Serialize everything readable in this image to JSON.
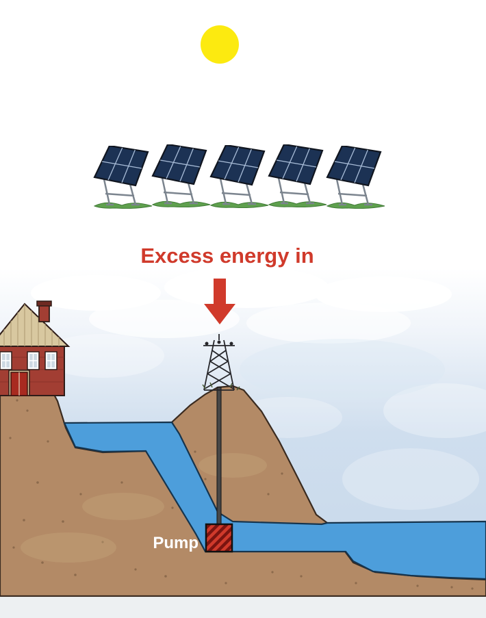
{
  "scene": {
    "labels": {
      "excess_energy_in": "Excess energy in",
      "pump": "Pump"
    },
    "solar_panel_count": 5,
    "colors": {
      "sun_yellow": "#FCEA10",
      "label_red": "#D03A2B",
      "water_blue": "#4D9EDB",
      "ground_brown": "#B38A66",
      "panel_navy": "#1C3254",
      "sky_blue": "#CFDEEE",
      "grass_green": "#5FA04E",
      "pump_label_white": "#FFFFFF"
    }
  }
}
